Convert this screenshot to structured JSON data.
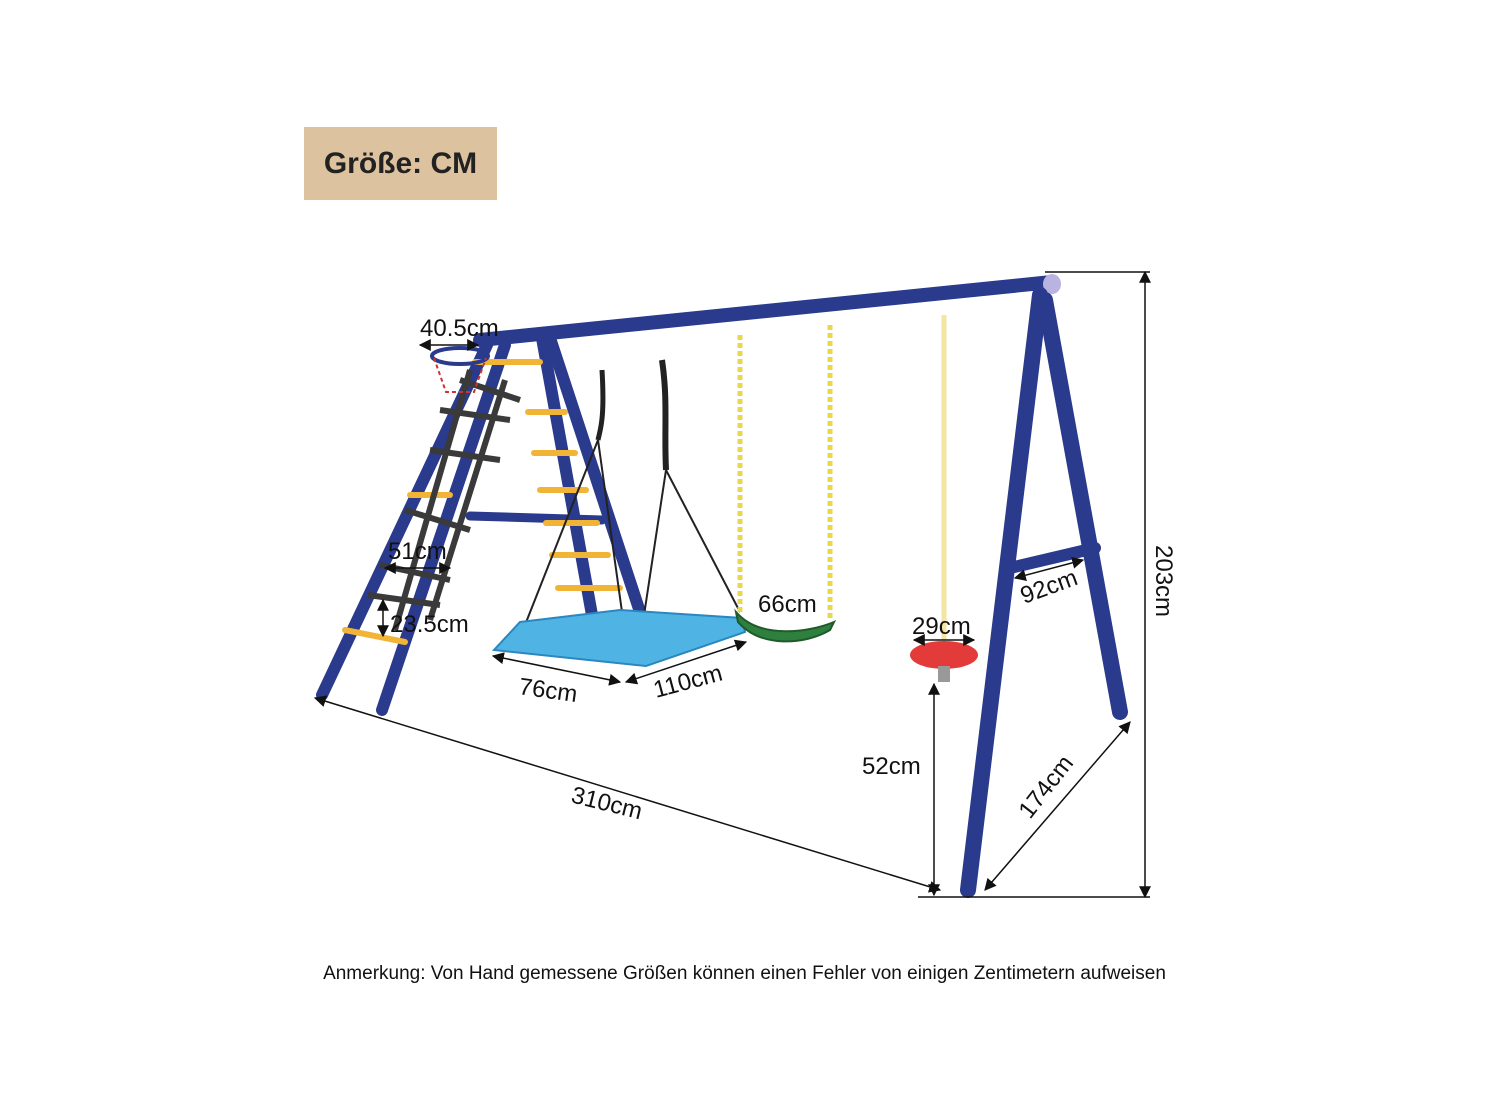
{
  "header": {
    "size_label": "Größe: CM"
  },
  "dimensions": {
    "top_rail_width": "40.5cm",
    "net_width": "51cm",
    "rung_spacing": "23.5cm",
    "platform_width": "76cm",
    "platform_length": "110cm",
    "belt_seat_width": "66cm",
    "disc_diameter": "29cm",
    "seat_height": "52cm",
    "total_length": "310cm",
    "total_height": "203cm",
    "crossbar_width": "92cm",
    "base_depth": "174cm"
  },
  "footer": {
    "note": "Anmerkung: Von Hand gemessene Größen können einen Fehler von einigen Zentimetern aufweisen"
  },
  "colors": {
    "frame": "#2a3a8c",
    "badge": "#dcc29e",
    "rung": "#f2b436",
    "platform": "#4fb4e4",
    "net": "#3a3a3a",
    "chain": "#e9d94a",
    "rope": "#f3e6a0",
    "belt_seat": "#2f7f3f",
    "disc_seat": "#e33a3a"
  }
}
